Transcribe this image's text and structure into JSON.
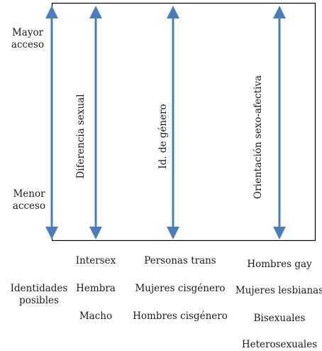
{
  "left_axis": {
    "top_label": [
      "Mayor",
      "acceso"
    ],
    "bottom_label": [
      "Menor",
      "acceso"
    ]
  },
  "arrows": [
    {
      "label": "Diferencia sexual"
    },
    {
      "label": "Id. de género"
    },
    {
      "label": "Orientación sexo-afectiva"
    }
  ],
  "identities": {
    "row_label": [
      "Identidades",
      "posibles"
    ],
    "columns": [
      [
        "Intersex",
        "Hembra",
        "Macho"
      ],
      [
        "Personas trans",
        "Mujeres cisgénero",
        "Hombres cisgénero"
      ],
      [
        "Hombres gay",
        "Mujeres lesbianas",
        "Bisexuales",
        "Heterosexuales"
      ]
    ]
  },
  "colors": {
    "arrow": "#4a7ebb",
    "box": "#000000"
  }
}
